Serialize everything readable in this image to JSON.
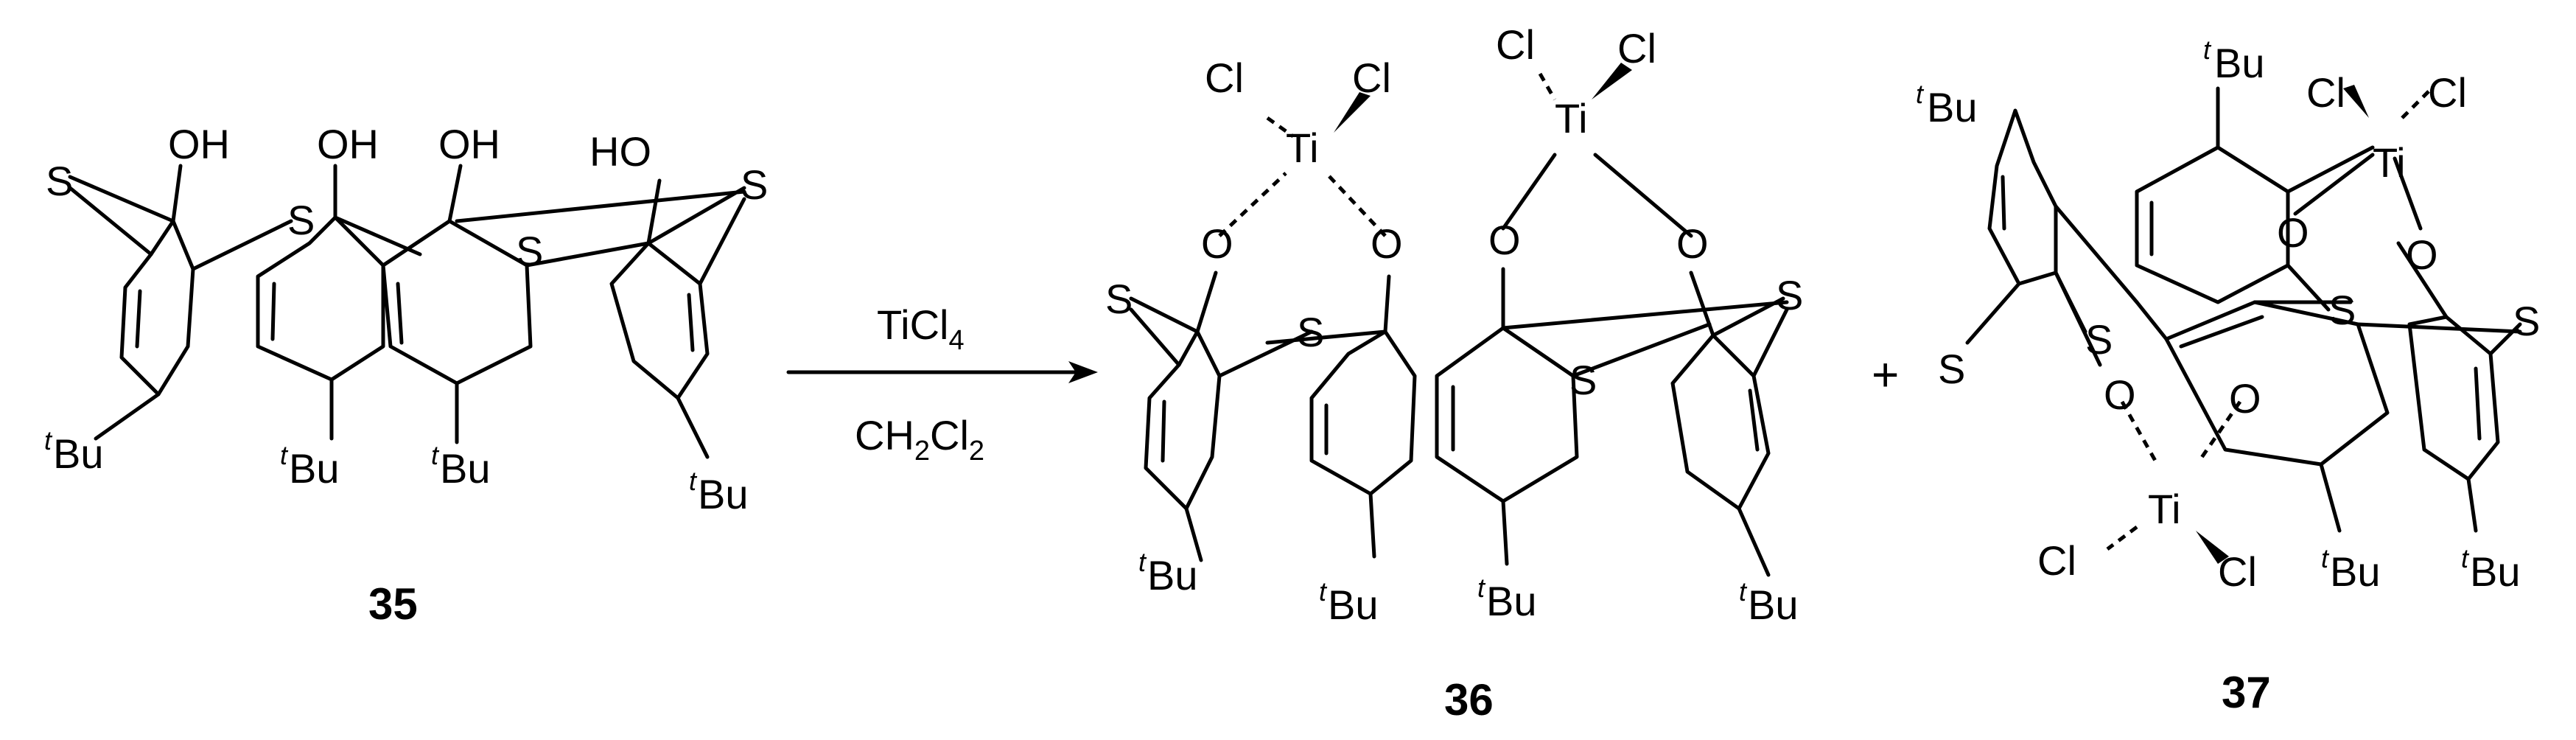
{
  "reagents": {
    "above": "TiCl",
    "above_sub": "4",
    "below_1": "CH",
    "below_sub_1": "2",
    "below_2": "Cl",
    "below_sub_2": "2"
  },
  "plus": "+",
  "compounds": [
    {
      "label": "35"
    },
    {
      "label": "36"
    },
    {
      "label": "37"
    }
  ],
  "atoms": {
    "S": "S",
    "O": "O",
    "OH": "OH",
    "HO": "HO",
    "Ti": "Ti",
    "Cl": "Cl",
    "tBu_sup": "t",
    "tBu": "Bu"
  }
}
